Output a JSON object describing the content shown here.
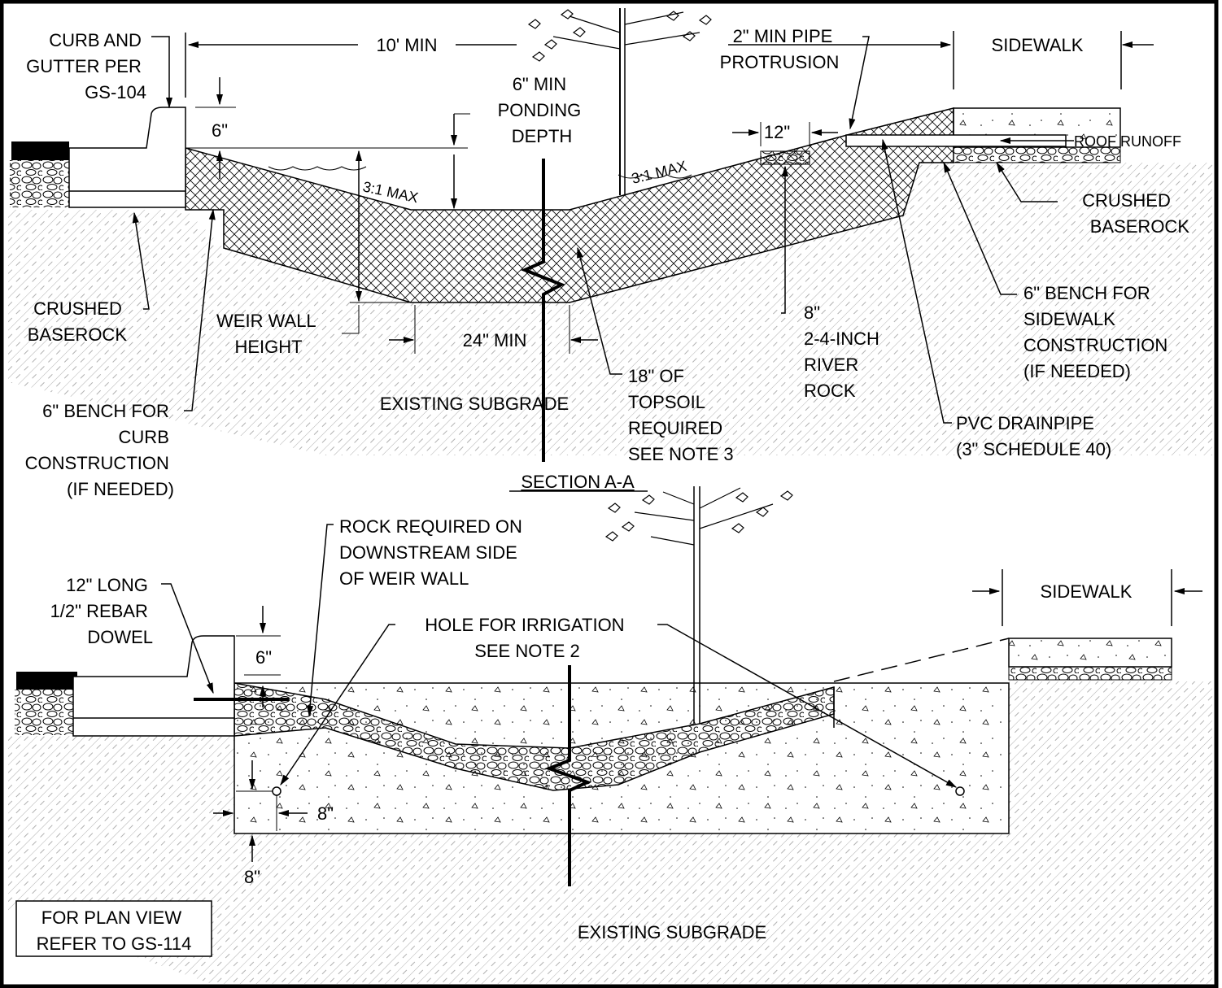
{
  "colors": {
    "line": "#000000",
    "background": "#ffffff",
    "hatch": "#b0b0b0"
  },
  "section_a": {
    "curb_label": [
      "CURB AND",
      "GUTTER PER",
      "GS-104"
    ],
    "width_dim": "10' MIN",
    "ponding_label": [
      "6\" MIN",
      "PONDING",
      "DEPTH"
    ],
    "pipe_protrusion": [
      "2\" MIN PIPE",
      "PROTRUSION"
    ],
    "sidewalk": "SIDEWALK",
    "six_inch": "6\"",
    "twelve_inch": "12\"",
    "roof_runoff": "ROOF RUNOFF",
    "slope_left": "3:1 MAX",
    "slope_right": "3:1 MAX",
    "crushed_baserock_right": [
      "CRUSHED",
      "BASEROCK"
    ],
    "crushed_baserock_left": [
      "CRUSHED",
      "BASEROCK"
    ],
    "bench_sidewalk": [
      "6\" BENCH FOR",
      "SIDEWALK",
      "CONSTRUCTION",
      "(IF NEEDED)"
    ],
    "weir_wall_height": [
      "WEIR WALL",
      "HEIGHT"
    ],
    "bottom_width": "24\" MIN",
    "river_rock": [
      "8\"",
      "2-4-INCH",
      "RIVER",
      "ROCK"
    ],
    "topsoil": [
      "18\" OF",
      "TOPSOIL",
      "REQUIRED",
      "SEE NOTE 3"
    ],
    "existing_subgrade": "EXISTING SUBGRADE",
    "bench_curb": [
      "6\" BENCH FOR",
      "CURB",
      "CONSTRUCTION",
      "(IF NEEDED)"
    ],
    "drainpipe": [
      "PVC DRAINPIPE",
      "(3\" SCHEDULE 40)"
    ],
    "section_title": "SECTION A-A"
  },
  "section_b": {
    "rock_required": [
      "ROCK REQUIRED ON",
      "DOWNSTREAM SIDE",
      "OF WEIR WALL"
    ],
    "rebar": [
      "12\" LONG",
      "1/2\" REBAR",
      "DOWEL"
    ],
    "irrigation": [
      "HOLE FOR IRRIGATION",
      "SEE NOTE 2"
    ],
    "sidewalk": "SIDEWALK",
    "six_inch": "6\"",
    "eight_inch_side": "8\"",
    "eight_inch_bottom": "8\"",
    "plan_view_note": [
      "FOR PLAN VIEW",
      "REFER TO GS-114"
    ],
    "existing_subgrade": "EXISTING SUBGRADE"
  }
}
